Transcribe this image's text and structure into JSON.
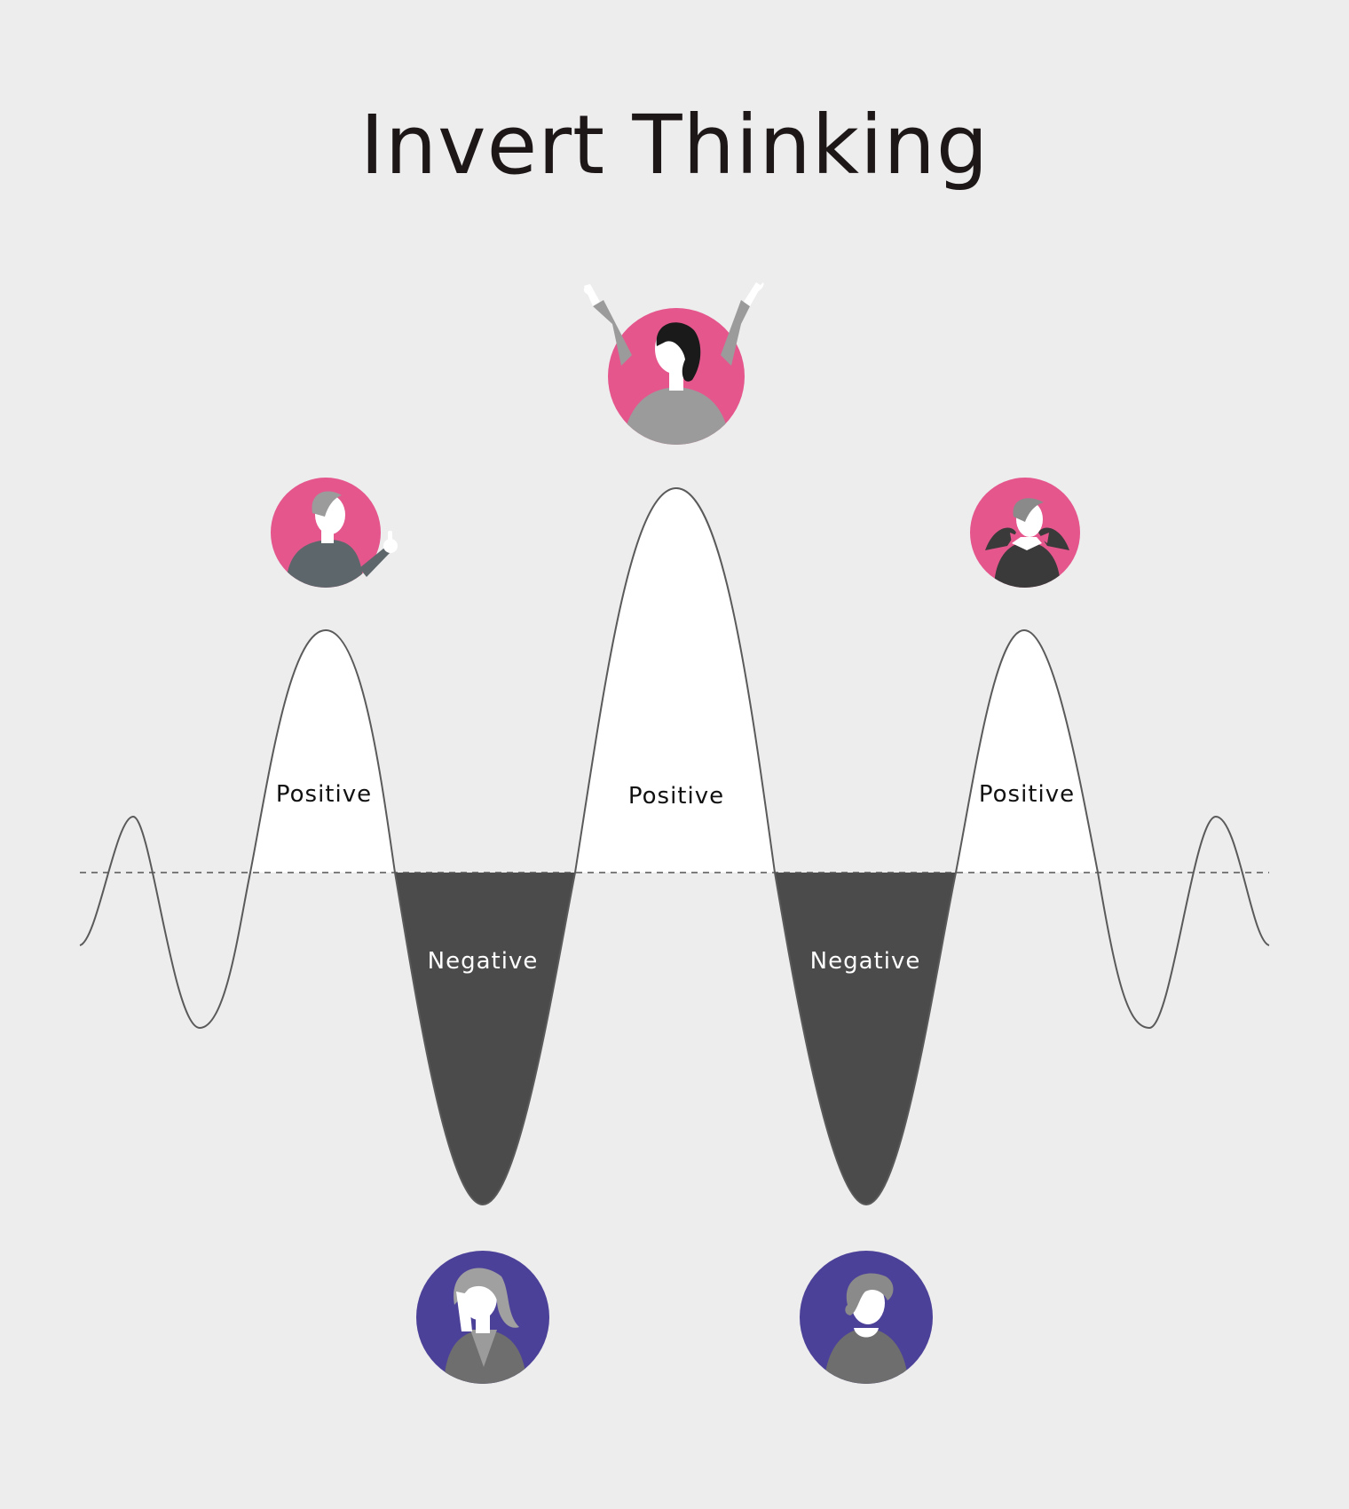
{
  "title": "Invert Thinking",
  "labels": {
    "positive_left": "Positive",
    "positive_center": "Positive",
    "positive_right": "Positive",
    "negative_left": "Negative",
    "negative_right": "Negative"
  },
  "colors": {
    "background": "#ededed",
    "positive_fill": "#ffffff",
    "negative_fill": "#4b4b4b",
    "positive_avatar": "#e5568d",
    "negative_avatar": "#4c4198",
    "curve": "#5a5a5a"
  },
  "avatars": [
    {
      "name": "presenting-person-icon",
      "mood": "positive"
    },
    {
      "name": "celebrating-person-icon",
      "mood": "positive"
    },
    {
      "name": "relaxed-person-icon",
      "mood": "positive"
    },
    {
      "name": "stressed-person-icon",
      "mood": "negative"
    },
    {
      "name": "worried-person-icon",
      "mood": "negative"
    }
  ]
}
